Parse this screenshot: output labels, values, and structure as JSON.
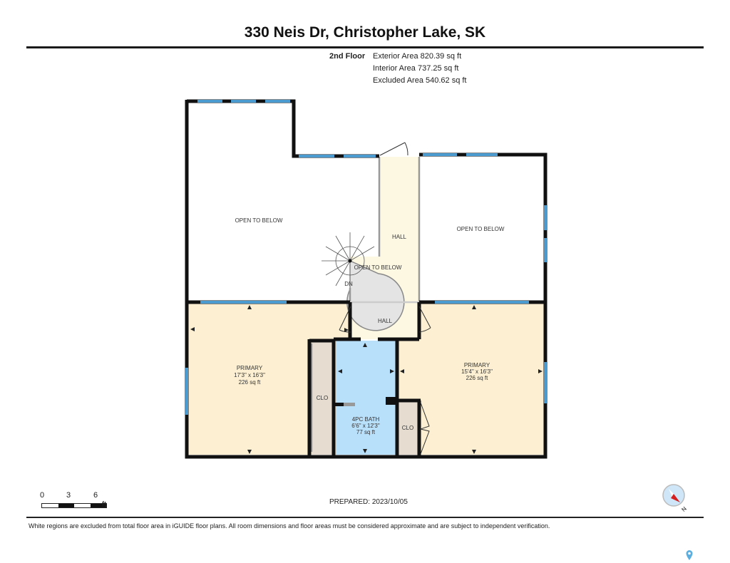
{
  "header": {
    "title": "330 Neis Dr, Christopher Lake, SK",
    "floor": "2nd Floor",
    "areas": [
      "Exterior Area 820.39 sq ft",
      "Interior Area 737.25 sq ft",
      "Excluded Area 540.62 sq ft"
    ]
  },
  "rooms": {
    "open_left": {
      "name": "OPEN TO BELOW"
    },
    "open_right": {
      "name": "OPEN TO BELOW"
    },
    "open_stair": {
      "name": "OPEN TO BELOW"
    },
    "hall_upper": {
      "name": "HALL"
    },
    "hall_lower": {
      "name": "HALL"
    },
    "stair_dn": {
      "name": "DN"
    },
    "primary_left": {
      "name": "PRIMARY",
      "dims": "17'3\" x 16'3\"",
      "area": "226 sq ft"
    },
    "closet_left": {
      "name": "CLO"
    },
    "bath": {
      "name": "4PC BATH",
      "dims": "6'6\" x 12'3\"",
      "area": "77 sq ft"
    },
    "closet_right": {
      "name": "CLO"
    },
    "primary_right": {
      "name": "PRIMARY",
      "dims": "15'4\" x 16'3\"",
      "area": "226 sq ft"
    }
  },
  "scale": {
    "ticks": [
      "0",
      "3",
      "6"
    ],
    "unit": "ft"
  },
  "prepared": "PREPARED: 2023/10/05",
  "compass": {
    "label": "N"
  },
  "disclaimer": "White regions are excluded from total floor area in iGUIDE floor plans. All room dimensions and floor areas must be considered approximate and are subject to independent verification.",
  "colors": {
    "wall": "#111111",
    "window": "#4b9bd1",
    "room_fill": "#fdf0d2",
    "hall_fill": "#fdf8e2",
    "bath_fill": "#b9e0fb",
    "closet_fill": "#e6ddd0"
  }
}
